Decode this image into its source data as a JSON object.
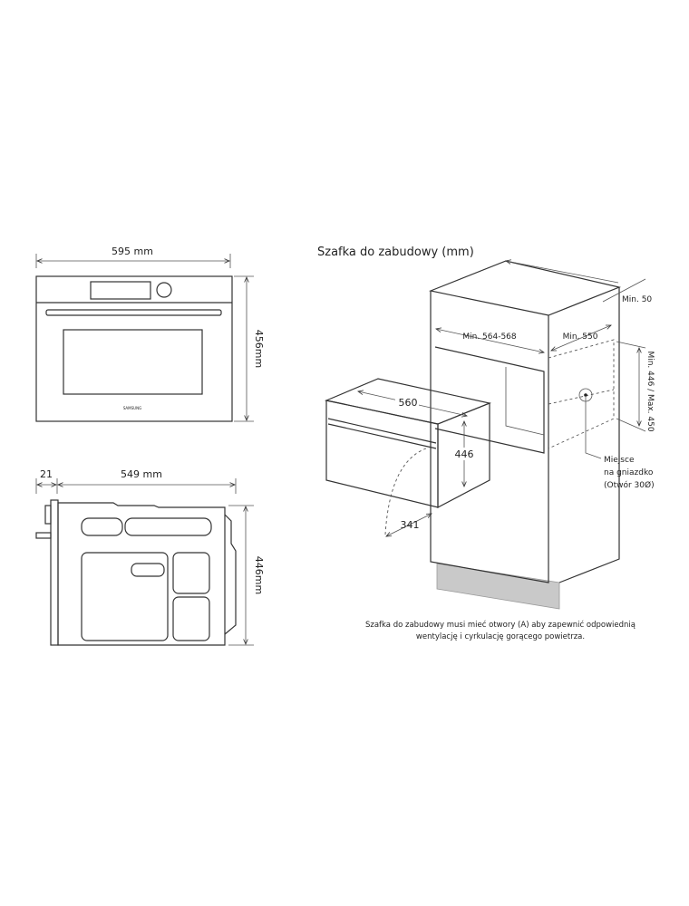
{
  "front_view": {
    "width_label": "595 mm",
    "height_label": "456mm",
    "brand": "SAMSUNG"
  },
  "side_view": {
    "front_depth_label": "21",
    "depth_label": "549 mm",
    "height_label": "446mm"
  },
  "cabinet": {
    "title": "Szafka do zabudowy (mm)",
    "min_top_gap": "Min. 50",
    "opening_width": "Min. 564-568",
    "opening_depth": "Min. 550",
    "opening_height": "Min. 446 / Max. 450",
    "oven_width": "560",
    "oven_height": "446",
    "door_swing": "341",
    "socket_line1": "Miejsce",
    "socket_line2": "na gniazdko",
    "socket_line3": "(Otwór 30Ø)",
    "note_line1": "Szafka do zabudowy musi mieć otwory (A) aby zapewnić odpowiednią",
    "note_line2": "wentylację i cyrkulację gorącego powietrza."
  }
}
